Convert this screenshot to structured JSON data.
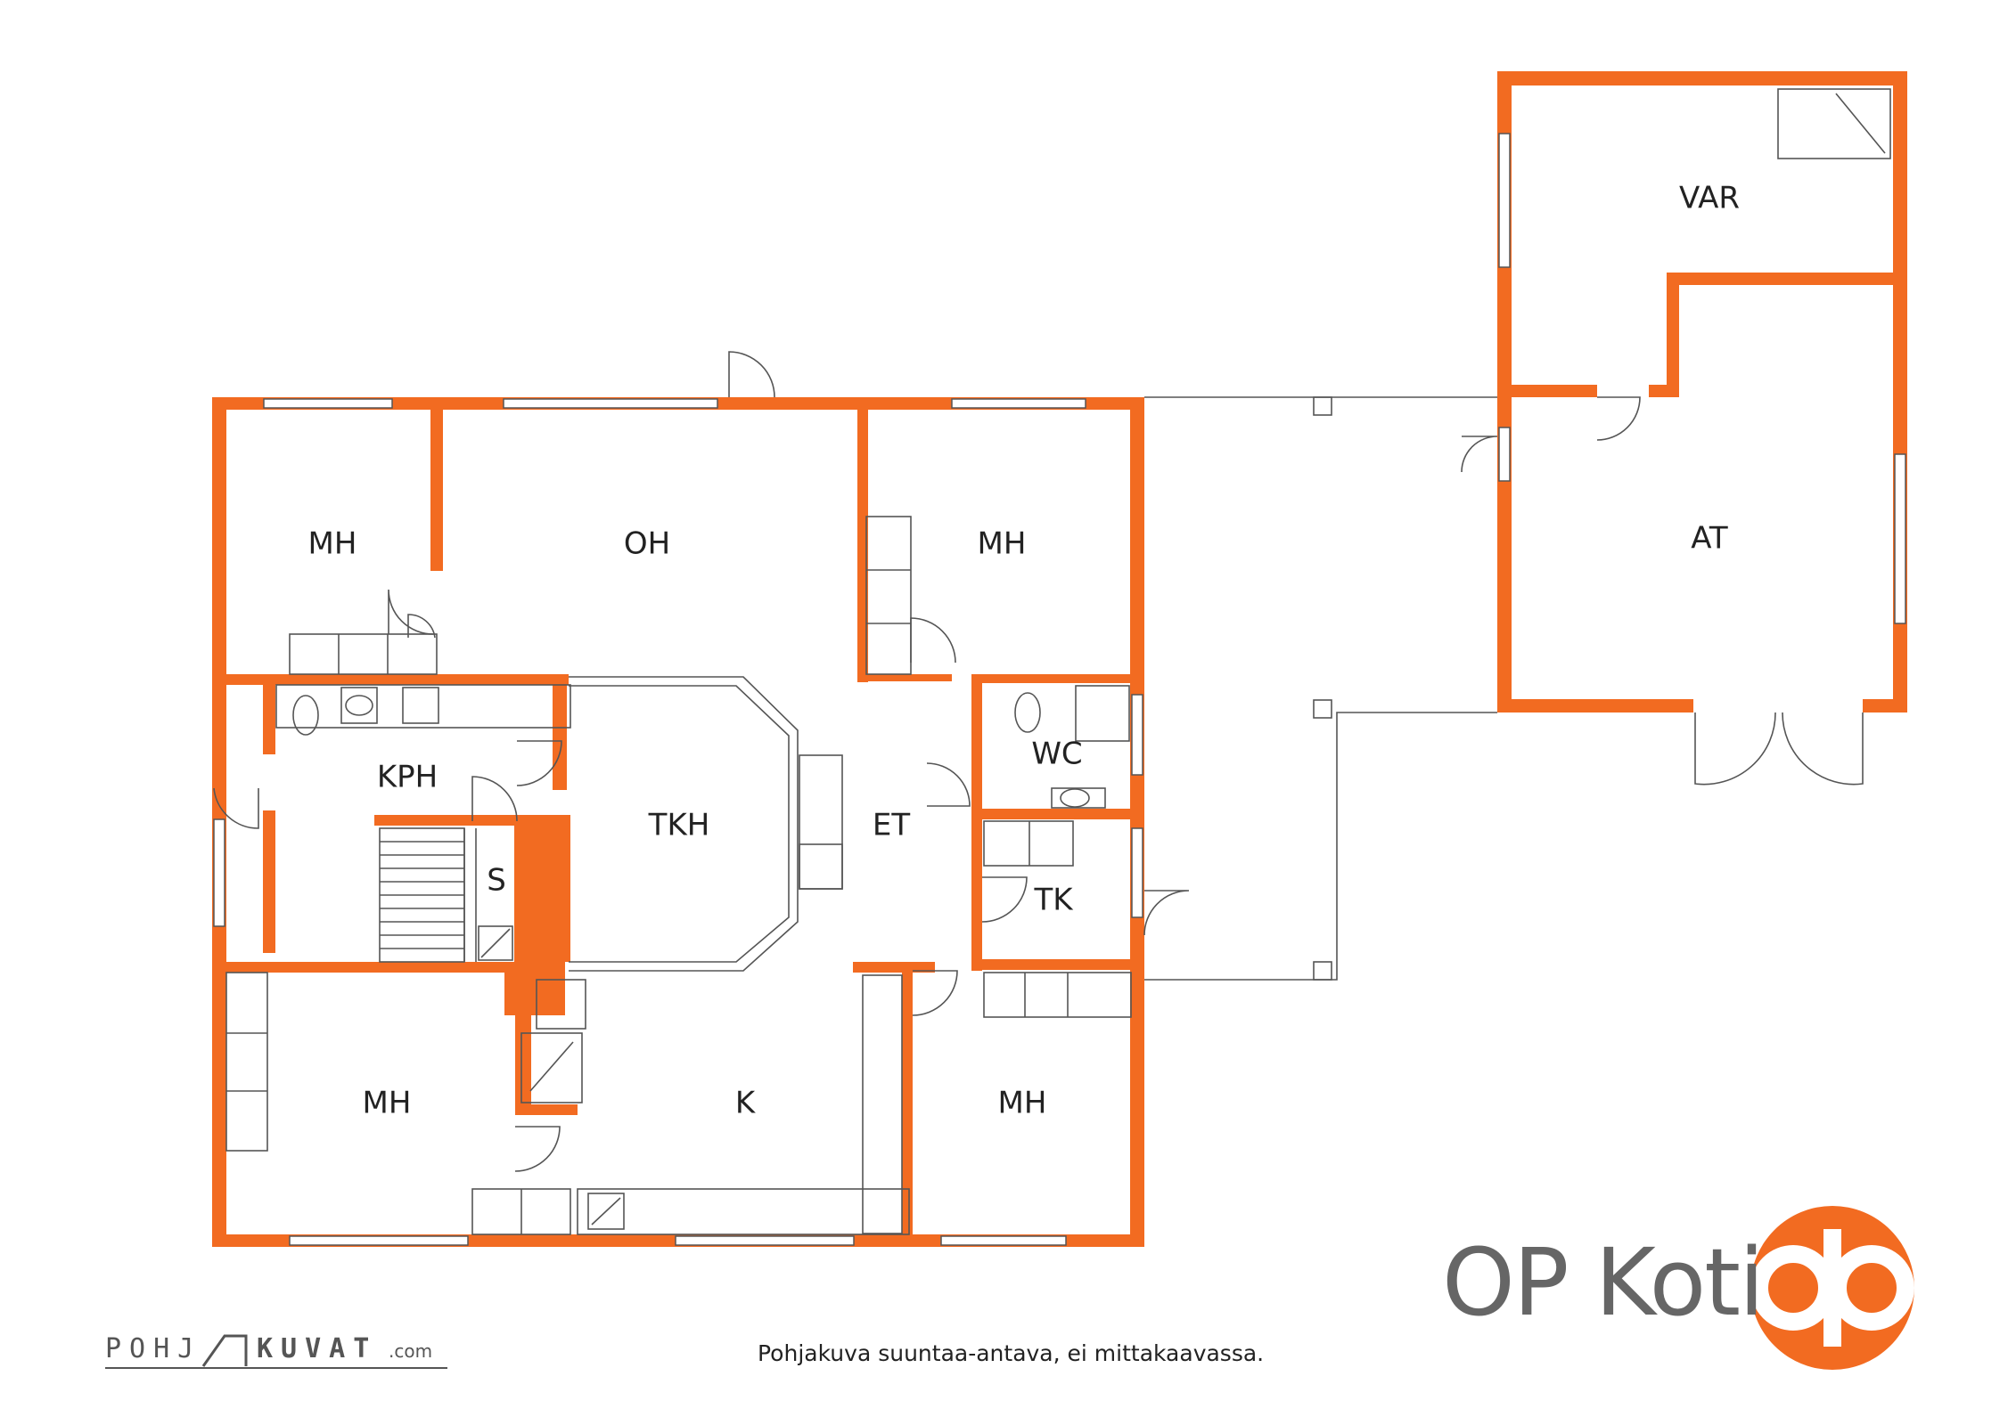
{
  "rooms": {
    "mh_nw": "MH",
    "oh": "OH",
    "mh_ne": "MH",
    "kph": "KPH",
    "s": "S",
    "tkh": "TKH",
    "et": "ET",
    "wc": "WC",
    "tk": "TK",
    "mh_sw": "MH",
    "k": "K",
    "mh_se": "MH",
    "var": "VAR",
    "at": "AT"
  },
  "footer": {
    "note": "Pohjakuva suuntaa-antava, ei mittakaavassa.",
    "pohjakuvat_left": "POHJ",
    "pohjakuvat_right": "KUVAT",
    "pohjakuvat_tld": ".com"
  },
  "brand": {
    "name": "OP Koti",
    "accent_color": "#F26B21",
    "text_color": "#666666"
  }
}
